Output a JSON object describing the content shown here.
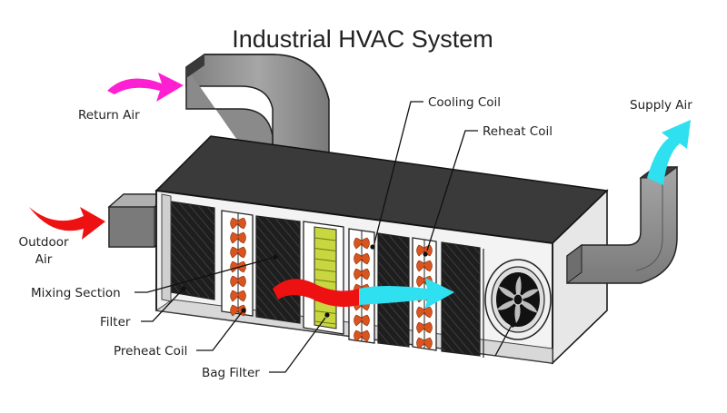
{
  "title": "Industrial HVAC System",
  "labels": {
    "return_air": "Return Air",
    "outdoor_air_line1": "Outdoor",
    "outdoor_air_line2": "Air",
    "mixing_section": "Mixing Section",
    "filter": "Filter",
    "preheat_coil": "Preheat Coil",
    "bag_filter": "Bag Filter",
    "cooling_coil": "Cooling Coil",
    "reheat_coil": "Reheat Coil",
    "supply_air": "Supply Air"
  },
  "colors": {
    "return_air_arrow": "#ff1fd2",
    "outdoor_air_arrow": "#ee1111",
    "supply_air_arrow": "#2ee0f0",
    "airflow_warm": "#ee1111",
    "airflow_cool": "#2ee0f0",
    "coil_element": "#d9551f",
    "bag_filter": "#c8d640",
    "duct": "#8e8e8e",
    "cabinet_top": "#3a3a3a"
  }
}
